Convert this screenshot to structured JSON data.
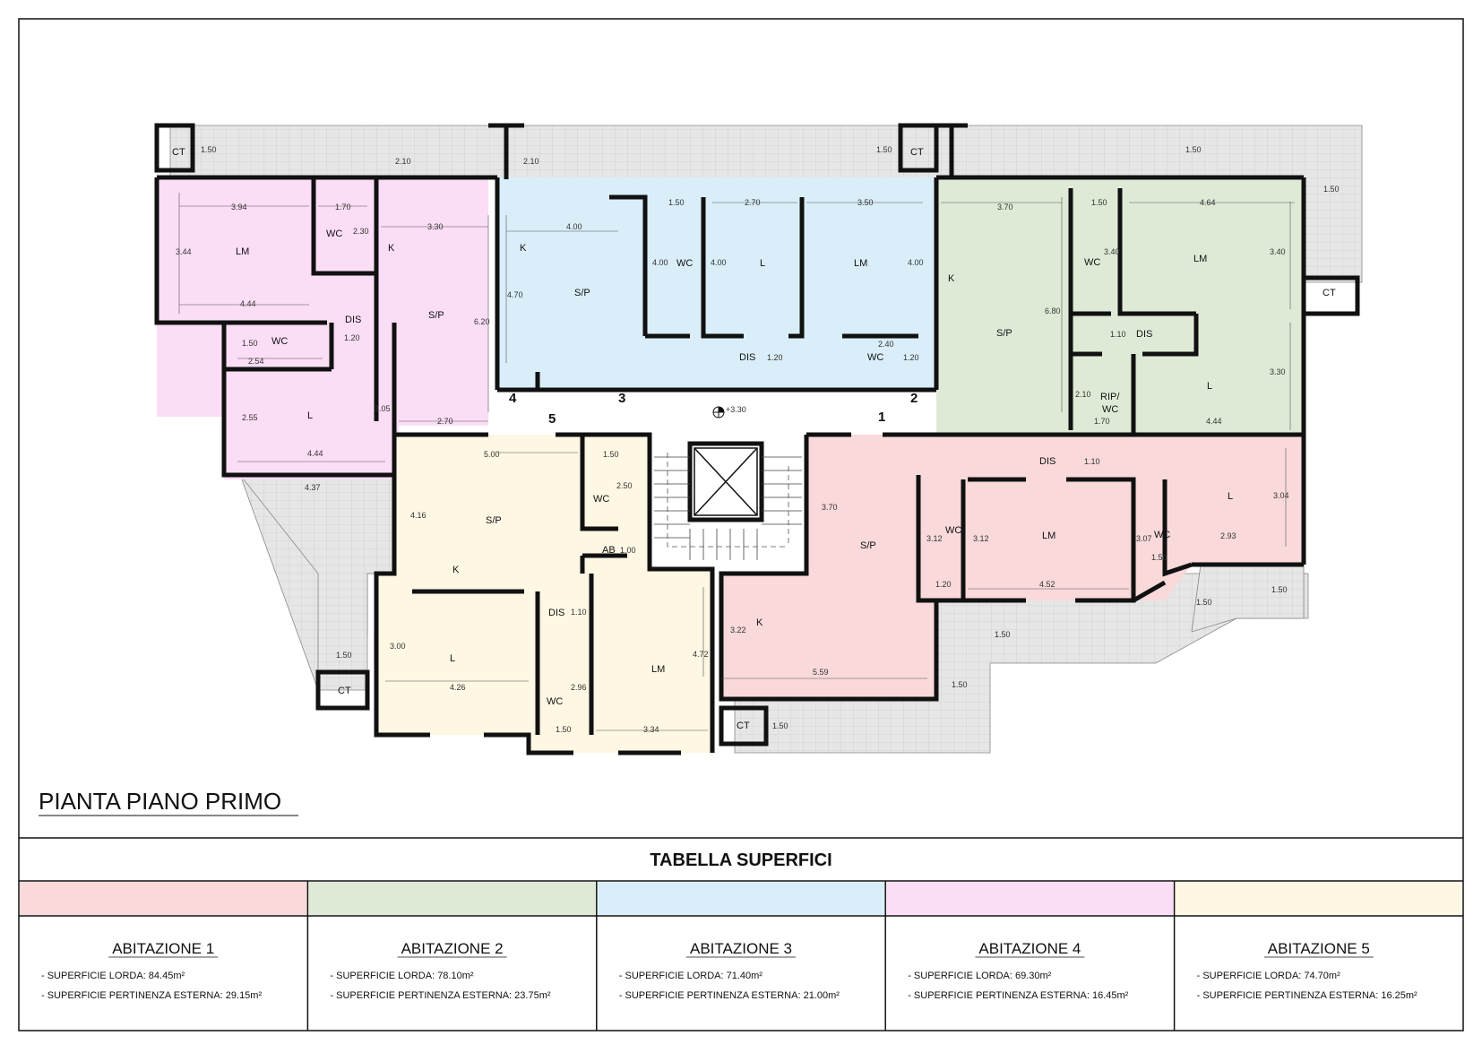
{
  "drawing": {
    "title": "PIANTA PIANO PRIMO",
    "elevation": "+3.30",
    "entrance_numbers": [
      "1",
      "2",
      "3",
      "4",
      "5"
    ],
    "ct_label": "CT",
    "colors": {
      "ab1": "#f9d9da",
      "ab2": "#dfead6",
      "ab3": "#d9eef9",
      "ab4": "#fbddf5",
      "ab5": "#fdf7e3",
      "terrace": "#e8e8e8"
    },
    "rooms": [
      {
        "id": "ab4-lm",
        "text": "LM"
      },
      {
        "id": "ab4-wc1",
        "text": "WC"
      },
      {
        "id": "ab4-k",
        "text": "K"
      },
      {
        "id": "ab4-sp",
        "text": "S/P"
      },
      {
        "id": "ab4-dis",
        "text": "DIS"
      },
      {
        "id": "ab4-wc2",
        "text": "WC"
      },
      {
        "id": "ab4-l",
        "text": "L"
      },
      {
        "id": "ab3-k",
        "text": "K"
      },
      {
        "id": "ab3-sp",
        "text": "S/P"
      },
      {
        "id": "ab3-wc1",
        "text": "WC"
      },
      {
        "id": "ab3-l",
        "text": "L"
      },
      {
        "id": "ab3-lm",
        "text": "LM"
      },
      {
        "id": "ab3-dis",
        "text": "DIS"
      },
      {
        "id": "ab3-wc2",
        "text": "WC"
      },
      {
        "id": "ab2-k",
        "text": "K"
      },
      {
        "id": "ab2-sp",
        "text": "S/P"
      },
      {
        "id": "ab2-wc",
        "text": "WC"
      },
      {
        "id": "ab2-lm",
        "text": "LM"
      },
      {
        "id": "ab2-dis",
        "text": "DIS"
      },
      {
        "id": "ab2-rip1",
        "text": "RIP/"
      },
      {
        "id": "ab2-rip2",
        "text": "WC"
      },
      {
        "id": "ab2-l",
        "text": "L"
      },
      {
        "id": "ab5-sp",
        "text": "S/P"
      },
      {
        "id": "ab5-k",
        "text": "K"
      },
      {
        "id": "ab5-wc1",
        "text": "WC"
      },
      {
        "id": "ab5-ab",
        "text": "AB"
      },
      {
        "id": "ab5-dis",
        "text": "DIS"
      },
      {
        "id": "ab5-l",
        "text": "L"
      },
      {
        "id": "ab5-lm",
        "text": "LM"
      },
      {
        "id": "ab5-wc2",
        "text": "WC"
      },
      {
        "id": "ab1-sp",
        "text": "S/P"
      },
      {
        "id": "ab1-k",
        "text": "K"
      },
      {
        "id": "ab1-dis",
        "text": "DIS"
      },
      {
        "id": "ab1-wc1",
        "text": "WC"
      },
      {
        "id": "ab1-lm",
        "text": "LM"
      },
      {
        "id": "ab1-wc2",
        "text": "WC"
      },
      {
        "id": "ab1-l",
        "text": "L"
      }
    ],
    "dimensions": [
      "1.50",
      "2.10",
      "2.10",
      "1.50",
      "1.50",
      "1.50",
      "3.94",
      "1.70",
      "2.30",
      "3.30",
      "4.00",
      "1.50",
      "2.70",
      "3.50",
      "3.70",
      "1.50",
      "4.64",
      "3.44",
      "4.44",
      "1.20",
      "1.50",
      "2.54",
      "2.55",
      "4.44",
      "3.05",
      "2.70",
      "6.20",
      "4.70",
      "4.00",
      "4.00",
      "4.00",
      "2.40",
      "1.20",
      "1.20",
      "6.80",
      "3.40",
      "3.40",
      "1.10",
      "2.10",
      "1.70",
      "4.44",
      "3.30",
      "4.37",
      "5.00",
      "1.50",
      "2.50",
      "4.16",
      "1.00",
      "1.10",
      "3.00",
      "4.26",
      "2.96",
      "1.50",
      "4.72",
      "3.34",
      "1.50",
      "3.70",
      "3.22",
      "5.59",
      "1.10",
      "3.12",
      "3.12",
      "1.20",
      "4.52",
      "3.07",
      "1.50",
      "2.93",
      "3.04",
      "1.50",
      "1.50",
      "1.50",
      "1.50",
      "1.50"
    ]
  },
  "table": {
    "title": "TABELLA SUPERFICI",
    "units": [
      {
        "name": "ABITAZIONE 1",
        "color": "#f9d9da",
        "lorda": "- SUPERFICIE LORDA: 84.45m²",
        "esterna": "- SUPERFICIE PERTINENZA ESTERNA: 29.15m²"
      },
      {
        "name": "ABITAZIONE 2",
        "color": "#dfead6",
        "lorda": "- SUPERFICIE LORDA: 78.10m²",
        "esterna": "- SUPERFICIE PERTINENZA ESTERNA: 23.75m²"
      },
      {
        "name": "ABITAZIONE 3",
        "color": "#d9eef9",
        "lorda": "- SUPERFICIE LORDA: 71.40m²",
        "esterna": "- SUPERFICIE PERTINENZA ESTERNA: 21.00m²"
      },
      {
        "name": "ABITAZIONE 4",
        "color": "#fbddf5",
        "lorda": "- SUPERFICIE LORDA: 69.30m²",
        "esterna": "- SUPERFICIE PERTINENZA ESTERNA: 16.45m²"
      },
      {
        "name": "ABITAZIONE 5",
        "color": "#fdf7e3",
        "lorda": "- SUPERFICIE LORDA: 74.70m²",
        "esterna": "- SUPERFICIE PERTINENZA ESTERNA: 16.25m²"
      }
    ]
  }
}
